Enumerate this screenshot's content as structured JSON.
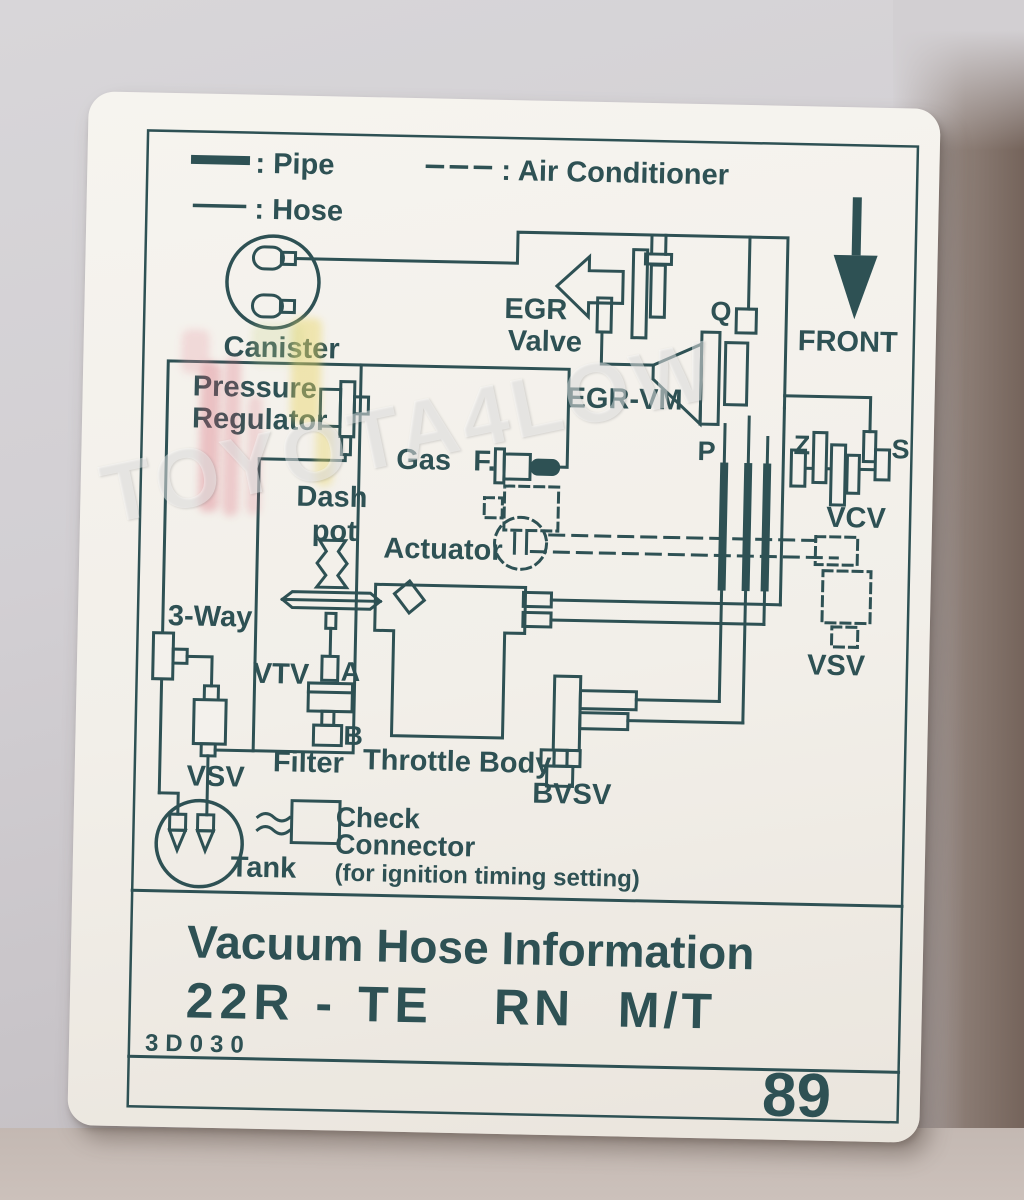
{
  "sticker": {
    "legend": {
      "pipe_label": ": Pipe",
      "hose_label": ": Hose",
      "ac_label": ": Air Conditioner"
    },
    "front_label": "FRONT",
    "components": {
      "canister": "Canister",
      "pressure_regulator_line1": "Pressure",
      "pressure_regulator_line2": "Regulator",
      "dash_pot_line1": "Dash",
      "dash_pot_line2": "pot",
      "gas_filter_word1": "Gas",
      "gas_filter_word2": "F.",
      "egr_valve_line1": "EGR",
      "egr_valve_line2": "Valve",
      "egr_vm": "EGR-VM",
      "actuator": "Actuator",
      "three_way": "3-Way",
      "vsv_left": "VSV",
      "vtv": "VTV",
      "port_a": "A",
      "port_b": "B",
      "filter": "Filter",
      "throttle_body": "Throttle Body",
      "bvsv": "BVSV",
      "tank": "Tank",
      "check_connector_line1": "Check",
      "check_connector_line2": "Connector",
      "check_connector_line3": "(for ignition timing setting)",
      "port_q": "Q",
      "port_p": "P",
      "vcv": "VCV",
      "port_z": "Z",
      "port_s": "S",
      "vsv_right": "VSV"
    },
    "footer": {
      "title": "Vacuum Hose Information",
      "engine_code": "22R - TE",
      "model_code": "RN",
      "transmission": "M/T",
      "print_code": "3D030",
      "year": "89"
    },
    "colors": {
      "ink": "#2e5154",
      "paper": "#f3f1ec"
    }
  },
  "watermark": {
    "text": "TOYOTA4LOW"
  }
}
